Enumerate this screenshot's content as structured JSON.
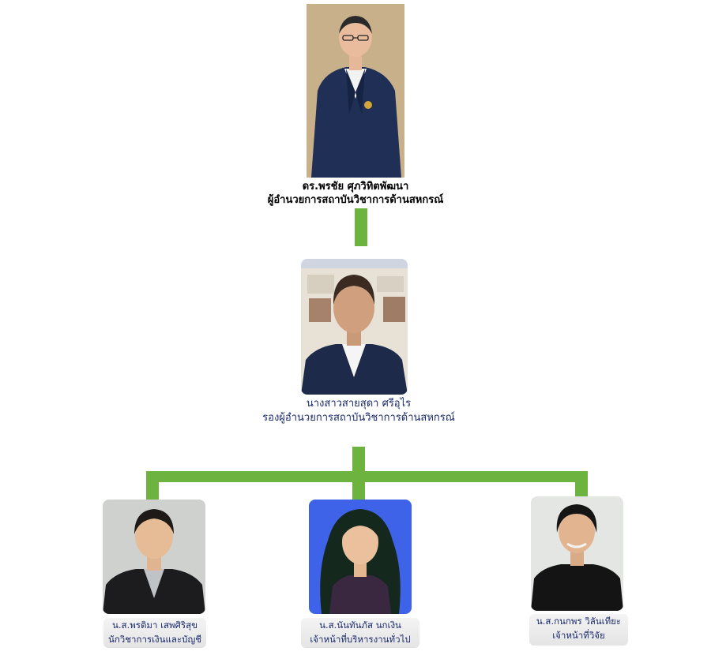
{
  "nodes": {
    "director": {
      "name": "ดร.พรชัย  ศุภวิทิตพัฒนา",
      "title": "ผู้อำนวยการสถาบันวิชาการด้านสหกรณ์"
    },
    "deputy": {
      "name": "นางสาวสายสุดา ศรีอุไร",
      "title": "รองผู้อำนวยการสถาบันวิชาการด้านสหกรณ์"
    },
    "staff_left": {
      "name": "น.ส.พรติมา เสพศิริสุข",
      "title": "นักวิชาการเงินและบัญชี"
    },
    "staff_center": {
      "name": "น.ส.นันทันภัส นกเงิน",
      "title": "เจ้าหน้าที่บริหารงานทั่วไป"
    },
    "staff_right": {
      "name": "น.ส.กนกพร วิลันเทียะ",
      "title": "เจ้าหน้าที่วิจัย"
    }
  },
  "colors": {
    "connector": "#6cb33f",
    "caption_text": "#1a2a6c",
    "director_bg": "#c7b08a",
    "center_bg": "#3f63e8"
  }
}
